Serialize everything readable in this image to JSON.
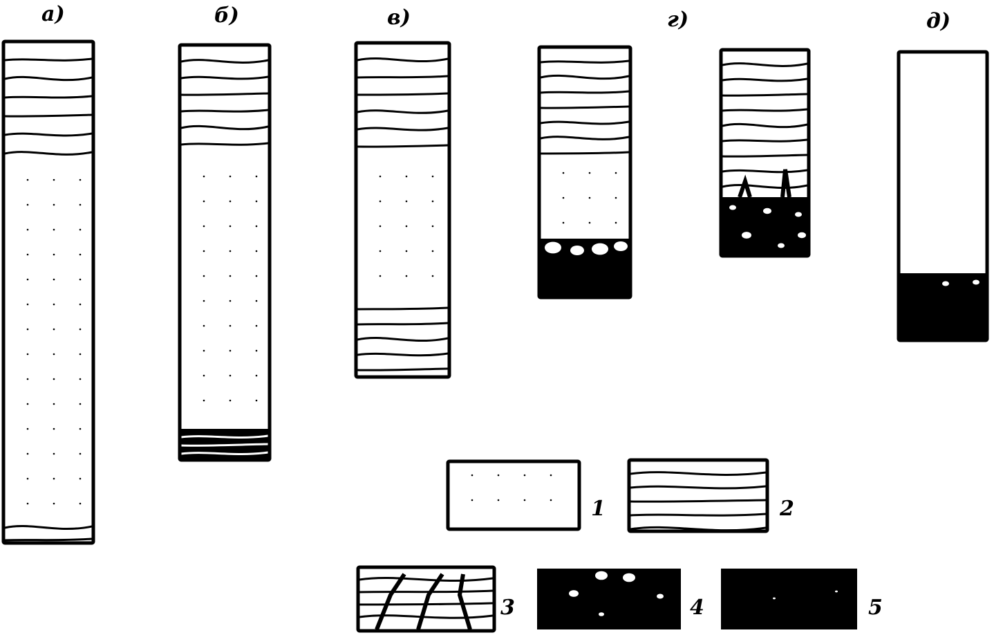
{
  "figure": {
    "column_labels": [
      "а)",
      "б)",
      "в)",
      "г)",
      "д)"
    ],
    "legend_labels": [
      "1",
      "2",
      "3",
      "4",
      "5"
    ]
  },
  "colors": {
    "ink": "#000000",
    "paper": "#ffffff"
  }
}
